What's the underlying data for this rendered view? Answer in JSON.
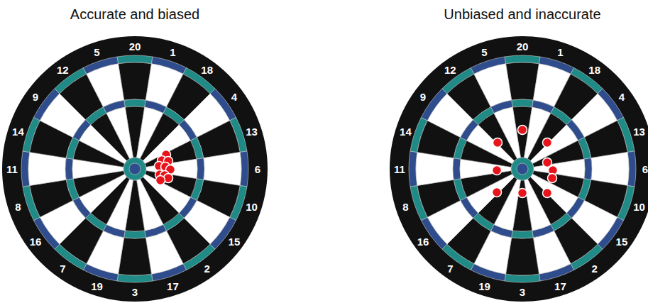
{
  "diagram": {
    "labels": [
      "Accurate and biased",
      "20",
      "1",
      "18",
      "4",
      "13",
      "6",
      "10",
      "15",
      "2",
      "17",
      "3",
      "19",
      "7",
      "16",
      "8",
      "11",
      "14",
      "9",
      "12",
      "5",
      "Unbiased and inaccurate",
      "20",
      "1",
      "18",
      "4",
      "13",
      "6",
      "10",
      "15",
      "2",
      "17",
      "3",
      "19",
      "7",
      "16",
      "8",
      "11",
      "14",
      "9",
      "12",
      "5"
    ]
  }
}
